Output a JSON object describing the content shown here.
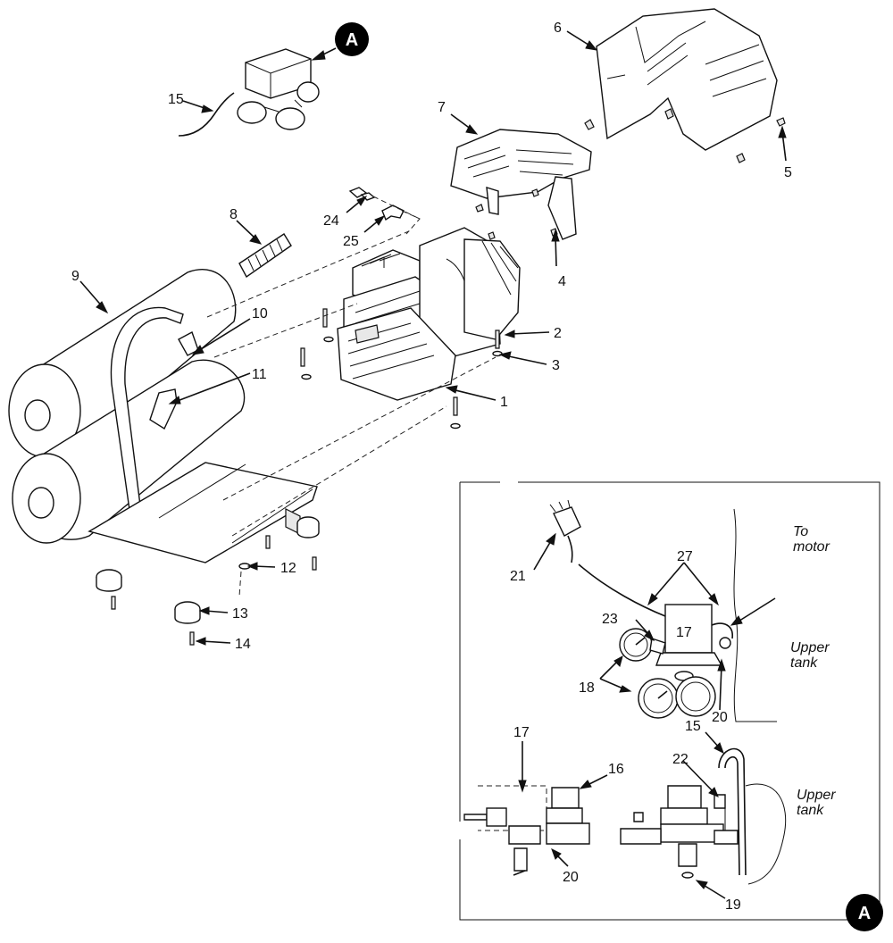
{
  "callouts": {
    "c1": "1",
    "c2": "2",
    "c3": "3",
    "c4": "4",
    "c5": "5",
    "c6": "6",
    "c7": "7",
    "c8": "8",
    "c9": "9",
    "c10": "10",
    "c11": "11",
    "c12": "12",
    "c13": "13",
    "c14": "14",
    "c15": "15",
    "inset_c15": "15",
    "c16": "16",
    "c17": "17",
    "inset_c17": "17",
    "c18": "18",
    "c19": "19",
    "c20": "20",
    "inset_c20": "20",
    "c21": "21",
    "c22": "22",
    "c23": "23",
    "c24": "24",
    "c25": "25",
    "c27": "27"
  },
  "badges": {
    "top": "A",
    "bottom": "A"
  },
  "annotations": {
    "to_motor_1": "To",
    "to_motor_2": "motor",
    "upper_tank_a_1": "Upper",
    "upper_tank_a_2": "tank",
    "upper_tank_b_1": "Upper",
    "upper_tank_b_2": "tank"
  },
  "colors": {
    "line": "#111111",
    "badge": "#000000"
  }
}
